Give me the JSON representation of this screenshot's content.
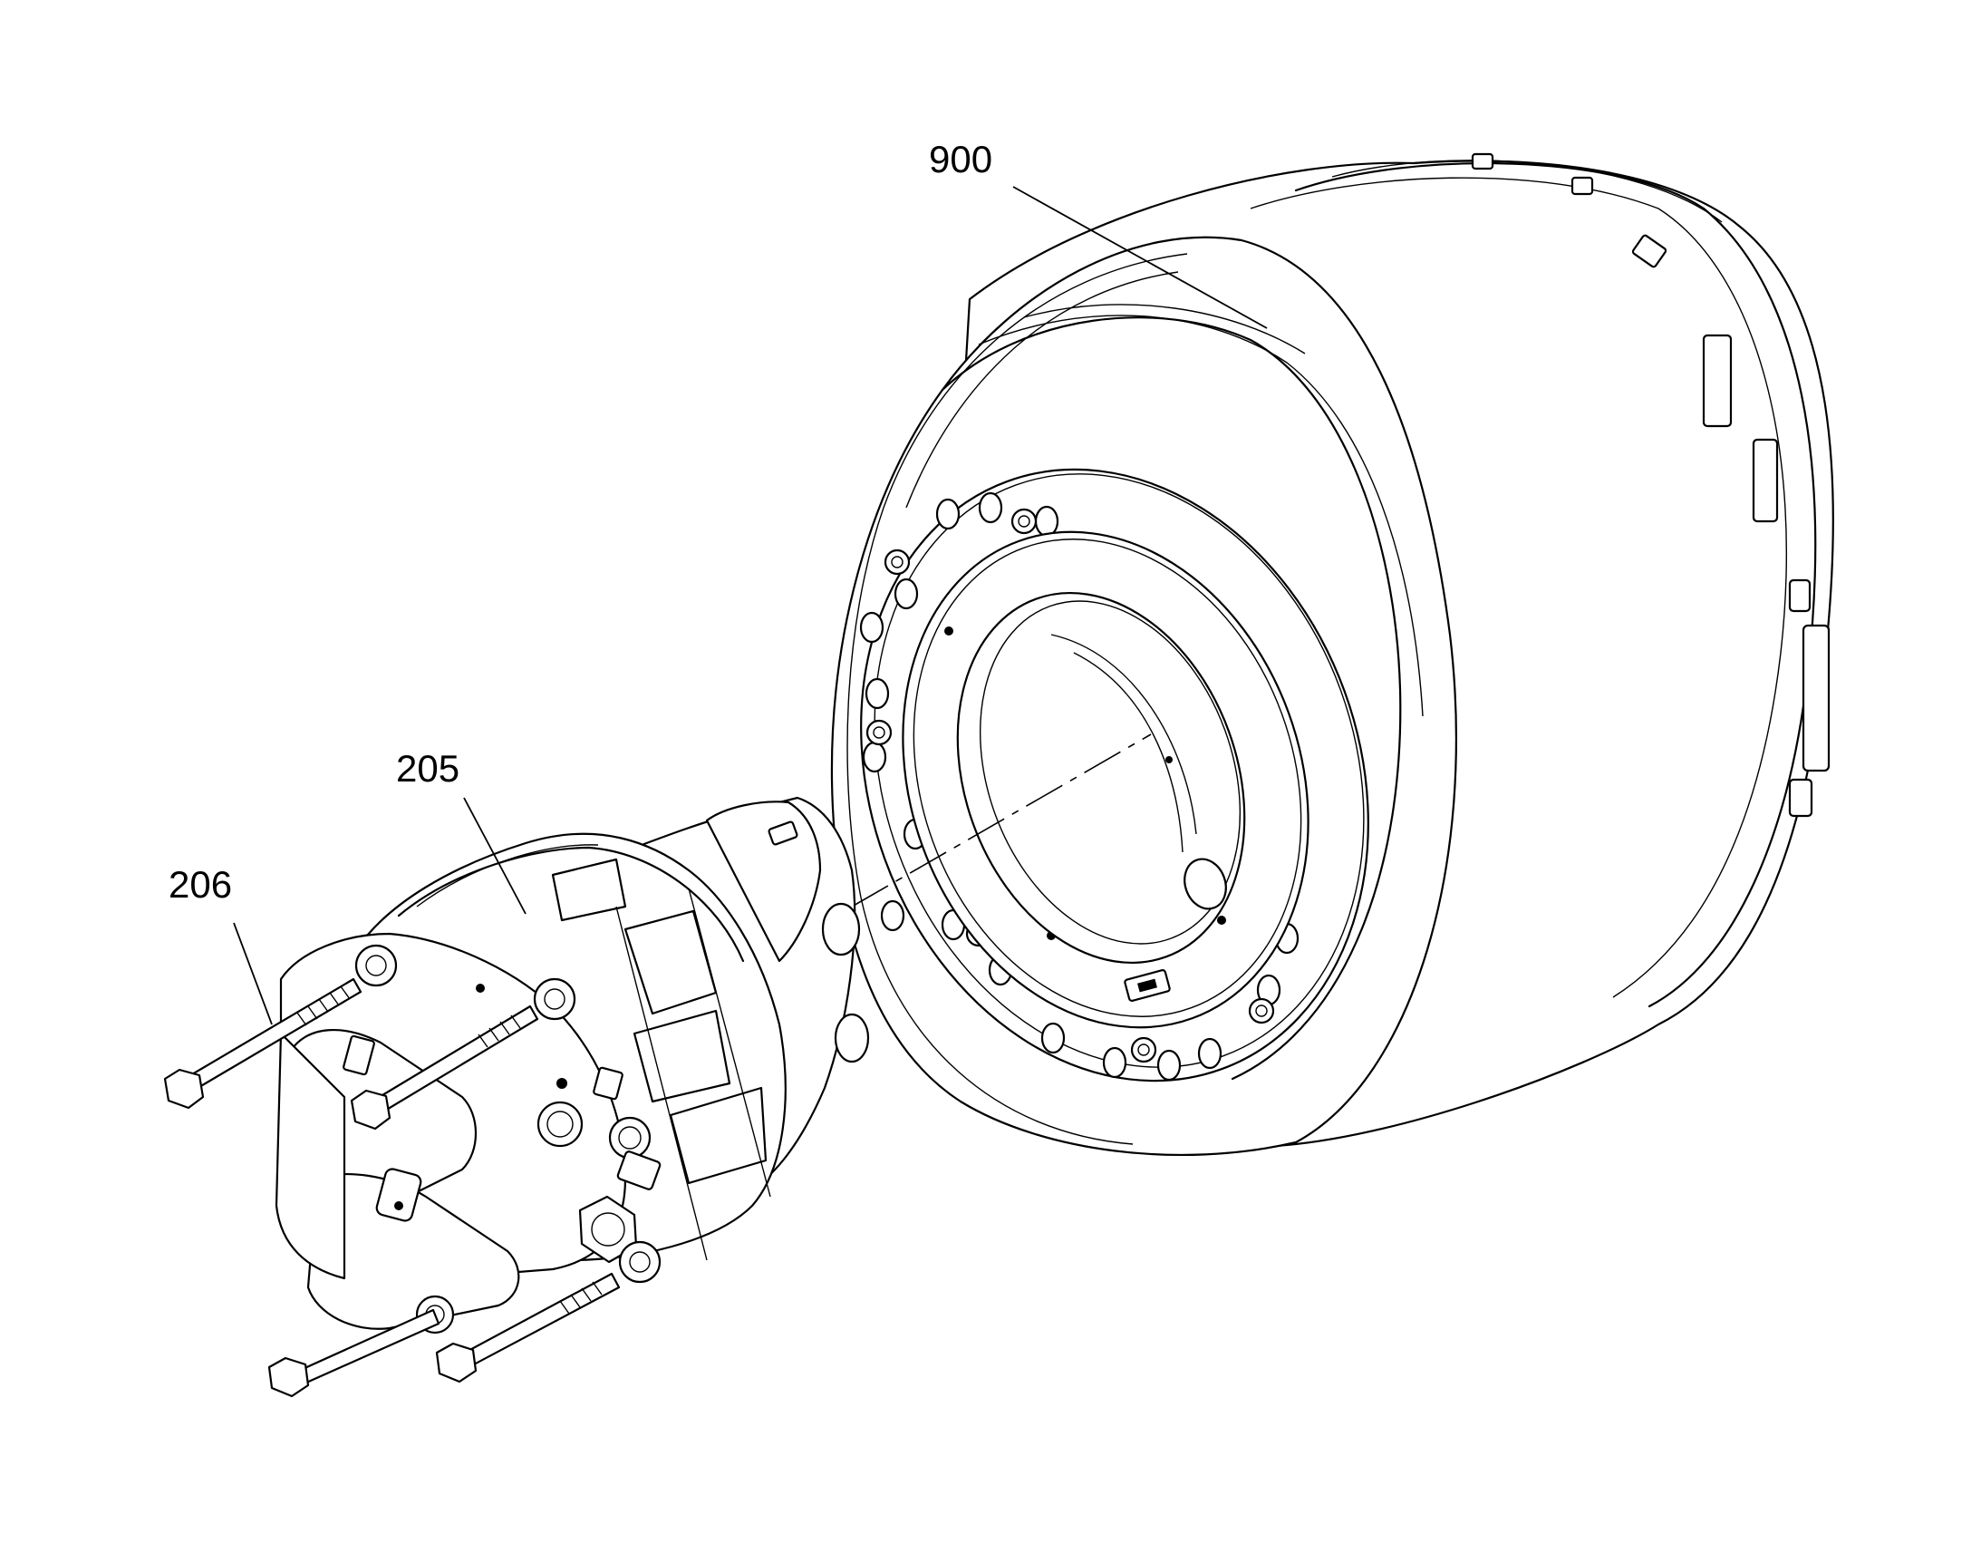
{
  "figure": {
    "callouts": [
      {
        "id": "drum",
        "label": "900"
      },
      {
        "id": "motor",
        "label": "205"
      },
      {
        "id": "bolts",
        "label": "206"
      }
    ]
  },
  "colors": {
    "line": "#000000",
    "background": "#ffffff"
  },
  "icons": [
    "bolt-icon",
    "hex-head-icon"
  ]
}
